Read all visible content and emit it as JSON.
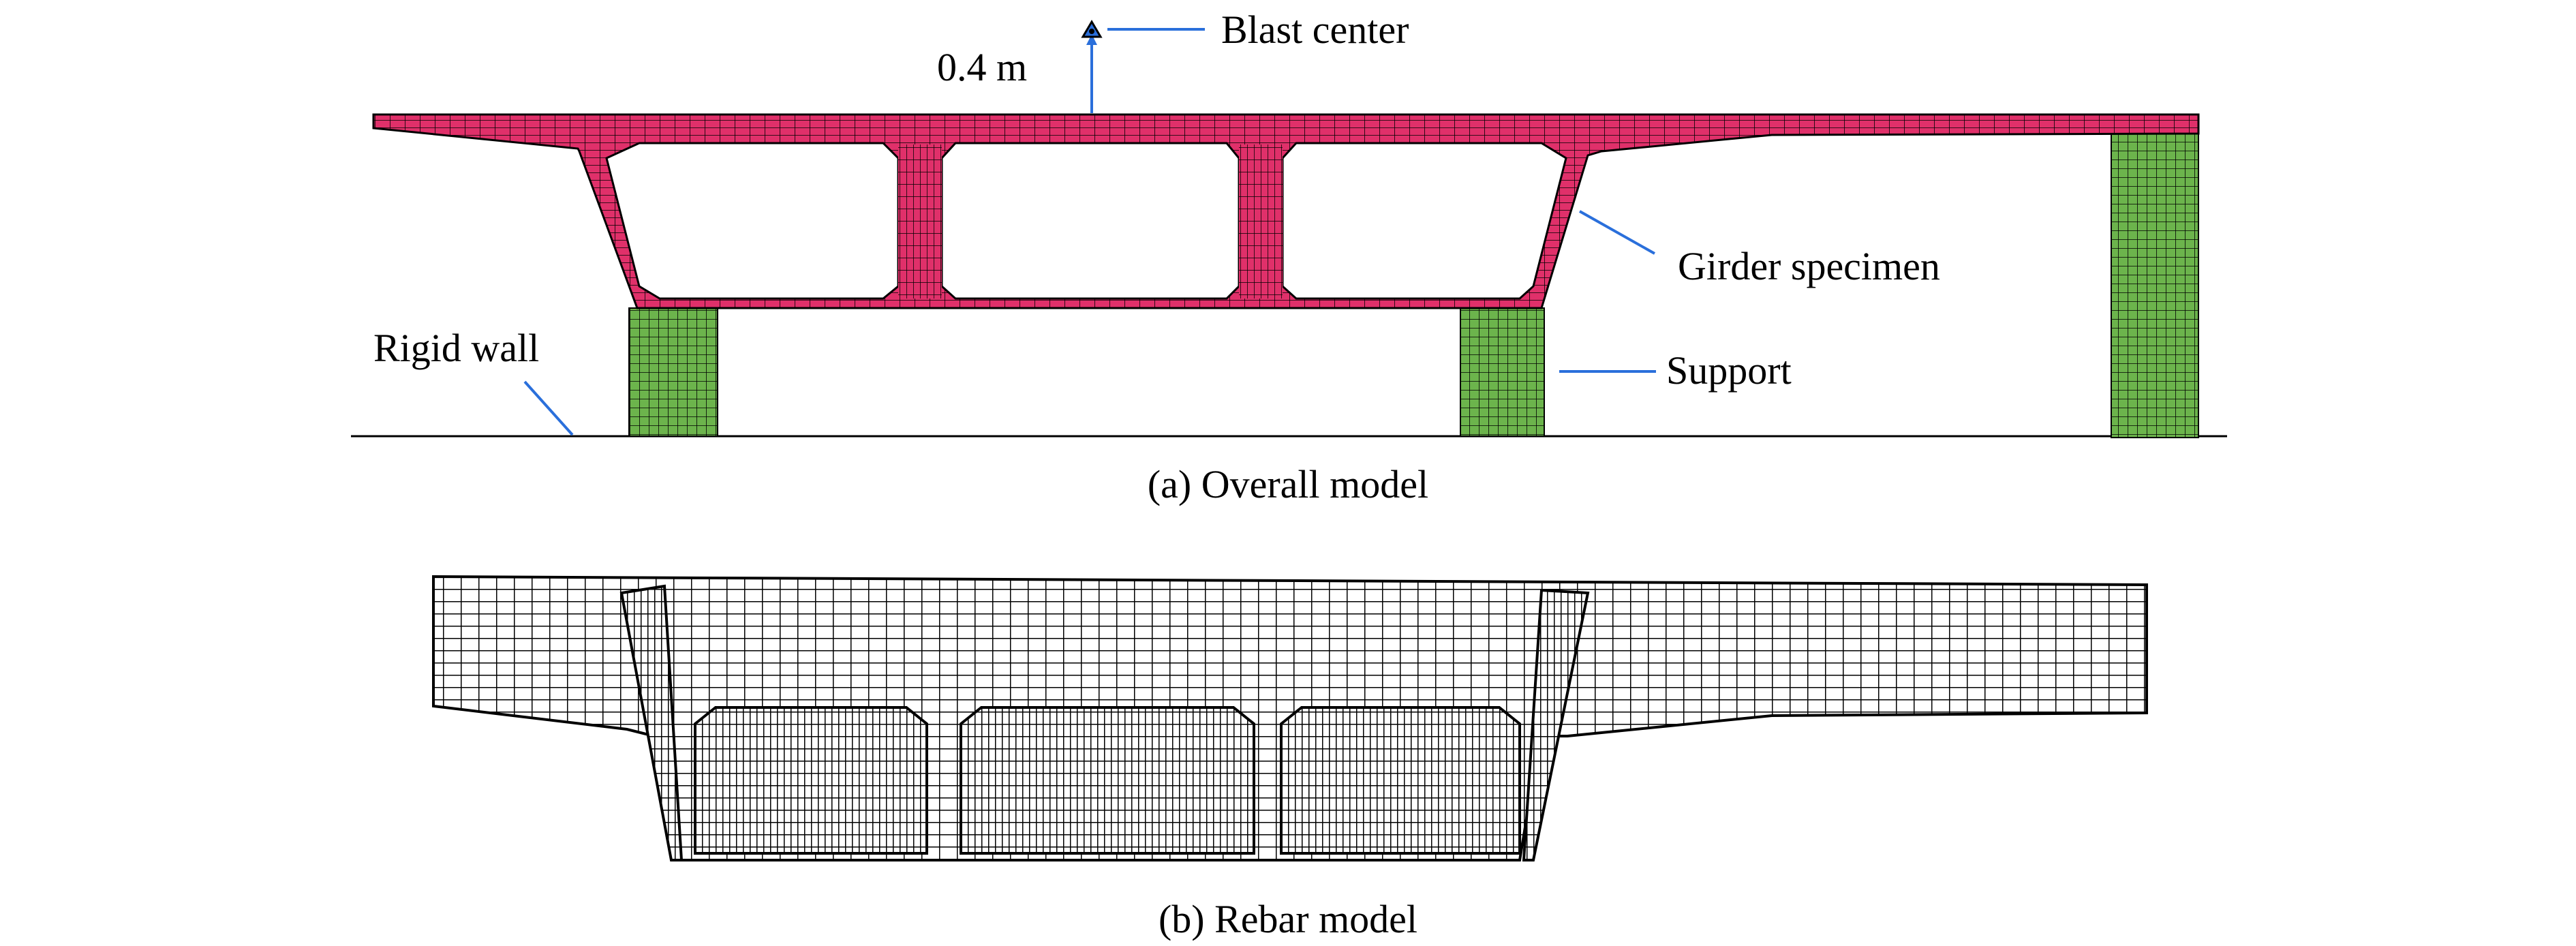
{
  "panel_a": {
    "caption": "(a) Overall model",
    "labels": {
      "blast_center": "Blast center",
      "standoff": "0.4 m",
      "girder_specimen": "Girder specimen",
      "support": "Support",
      "rigid_wall": "Rigid wall"
    }
  },
  "panel_b": {
    "caption": "(b) Rebar model"
  },
  "colors": {
    "girder_mesh": "#E0306A",
    "support_mesh": "#6CB44C",
    "leader_line": "#2A6FDB",
    "mesh_line": "#000000"
  }
}
